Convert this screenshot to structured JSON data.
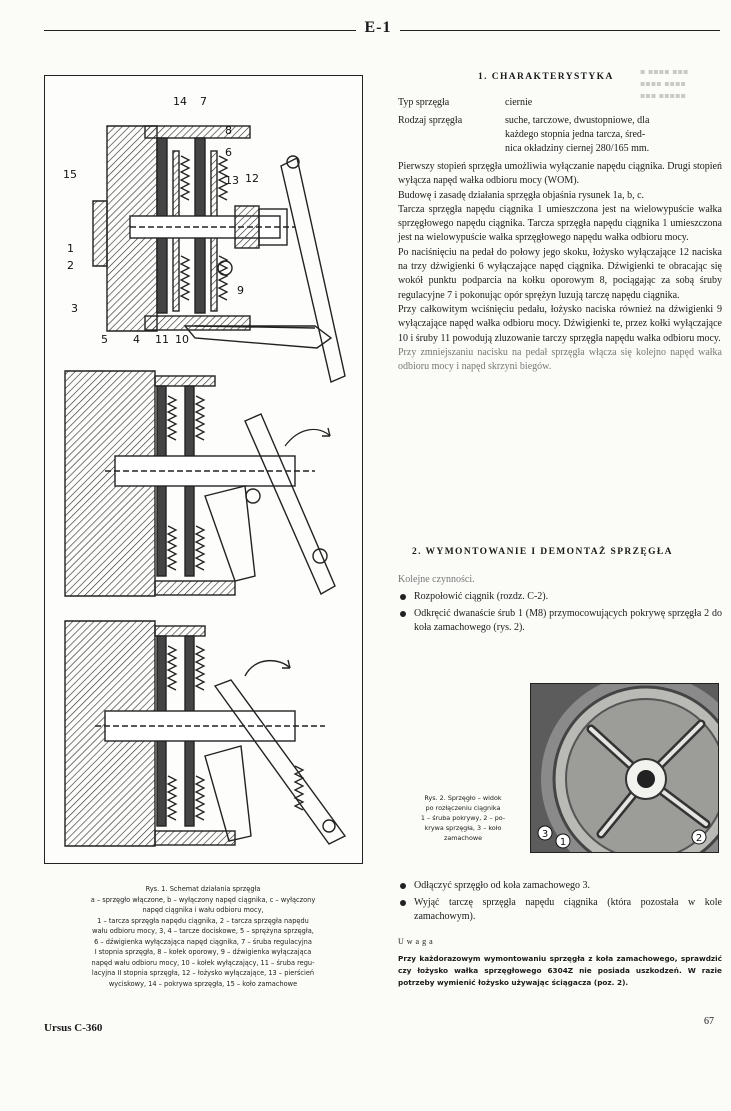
{
  "header": {
    "code": "E-1"
  },
  "figure": {
    "labels": [
      "14",
      "7",
      "8",
      "6",
      "15",
      "13",
      "12",
      "1",
      "2",
      "3",
      "5",
      "4",
      "11",
      "10",
      "9"
    ],
    "caption_lines": [
      "Rys. 1. Schemat działania sprzęgła",
      "a – sprzęgło włączone, b – wyłączony napęd ciągnika, c – wyłączony",
      "napęd ciągnika i wału odbioru mocy,",
      "1 – tarcza sprzęgła napędu ciągnika, 2 – tarcza sprzęgła napędu",
      "wału odbioru mocy, 3, 4 – tarcze dociskowe, 5 – sprężyna sprzęgła,",
      "6 – dźwigienka wyłączająca napęd ciągnika, 7 – śruba regulacyjna",
      "I stopnia sprzęgła, 8 – kołek oporowy, 9 – dźwigienka wyłączająca",
      "napęd wału odbioru mocy, 10 – kołek wyłączający, 11 – śruba regu-",
      "lacyjna II stopnia sprzęgła, 12 – łożysko wyłączające, 13 – pierścień",
      "wyciskowy, 14 – pokrywa sprzęgła, 15 – koło zamachowe"
    ]
  },
  "section1": {
    "title": "1. CHARAKTERYSTYKA",
    "spec": [
      {
        "key": "Typ sprzęgła",
        "value_lines": [
          "ciernie"
        ]
      },
      {
        "key": "Rodzaj sprzęgła",
        "value_lines": [
          "suche, tarczowe, dwustopniowe, dla",
          "każdego stopnia jedna tarcza, śred-",
          "nica okładziny ciernej 280/165 mm."
        ]
      }
    ],
    "paragraphs": [
      "Pierwszy stopień sprzęgła umożliwia wyłączanie napędu ciągnika. Drugi stopień wyłącza napęd wałka odbioru mocy (WOM).",
      "Budowę i zasadę działania sprzęgła objaśnia rysunek 1a, b, c.",
      "Tarcza sprzęgła napędu ciągnika 1 umieszczona jest na wielowypuście wałka sprzęgłowego napędu ciągnika. Tarcza sprzęgła napędu ciągnika 1 umieszczona jest na wielowypuście wałka sprzęgłowego napędu wałka odbioru mocy.",
      "Po naciśnięciu na pedał do połowy jego skoku, łożysko wyłączające 12 naciska na trzy dźwigienki 6 wyłączające napęd ciągnika. Dźwigienki te obracając się wokół punktu podparcia na kołku oporowym 8, pociągając za sobą śruby regulacyjne 7 i pokonując opór sprężyn luzują tarczę napędu ciągnika.",
      "Przy całkowitym wciśnięciu pedału, łożysko naciska również na dźwigienki 9 wyłączające napęd wałka odbioru mocy. Dźwigienki te, przez kołki wyłączające 10 i śruby 11 powodują zluzowanie tarczy sprzęgła napędu wałka odbioru mocy.",
      "Przy zmniejszaniu nacisku na pedał sprzęgła włącza się kolejno napęd wałka odbioru mocy i napęd skrzyni biegów."
    ]
  },
  "section2": {
    "title": "2. WYMONTOWANIE I DEMONTAŻ SPRZĘGŁA",
    "intro": "Kolejne czynności.",
    "bullets": [
      "Rozpołowić ciągnik (rozdz. C-2).",
      "Odkręcić dwanaście śrub 1 (M8) przymocowujących pokrywę sprzęgła 2 do koła zamachowego (rys. 2)."
    ],
    "photo_labels": [
      "3",
      "1",
      "2"
    ],
    "photo_caption_lines": [
      "Rys. 2. Sprzęgło – widok",
      "po rozłączeniu ciągnika",
      "1 – śruba pokrywy, 2 – po-",
      "krywa sprzęgła, 3 – koło",
      "zamachowe"
    ],
    "bullets2": [
      "Odłączyć sprzęgło od koła zamachowego 3.",
      "Wyjąć tarczę sprzęgła napędu ciągnika (która pozostała w kole zamachowym)."
    ],
    "note_title": "Uwaga",
    "note_text": "Przy każdorazowym wymontowaniu sprzęgła z koła zamachowego, sprawdzić czy łożysko wałka sprzęgłowego 6304Z nie posiada uszkodzeń. W razie potrzeby wymienić łożysko używając ściągacza (poz. 2)."
  },
  "footer": {
    "title": "Ursus C-360",
    "page": "67"
  }
}
